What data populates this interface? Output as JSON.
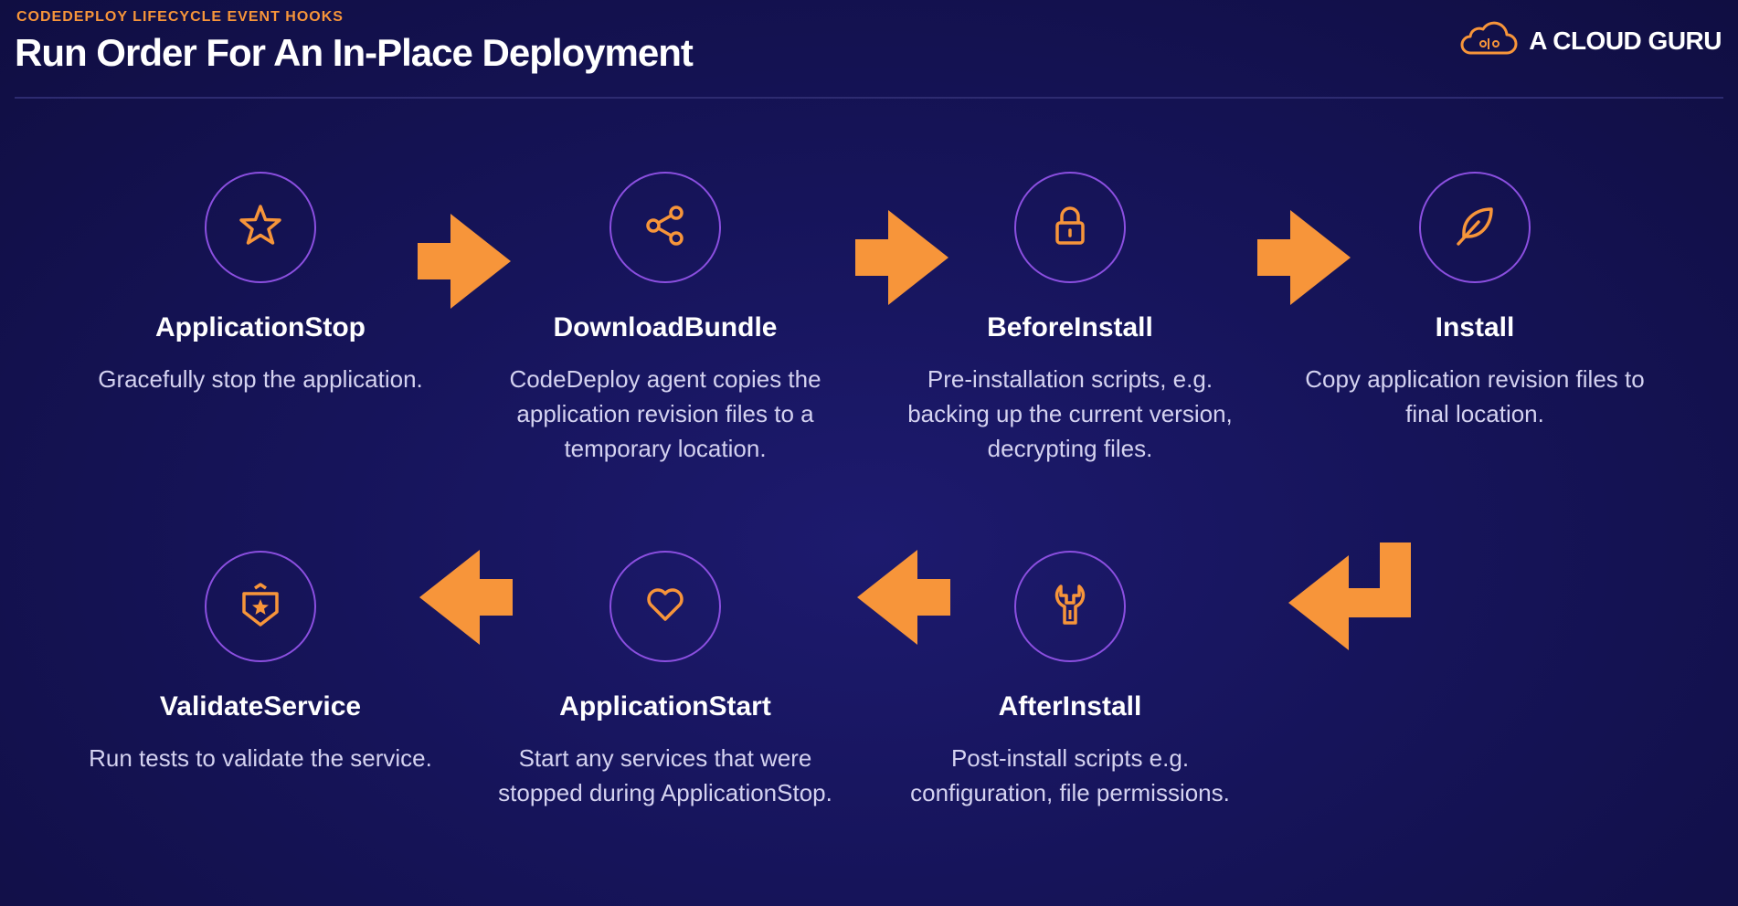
{
  "header": {
    "eyebrow": "CODEDEPLOY LIFECYCLE EVENT HOOKS",
    "title": "Run Order For An In-Place Deployment"
  },
  "brand": {
    "logo_icon": "cloud-logo-icon",
    "name": "A CLOUD GURU"
  },
  "colors": {
    "accent": "#f7953a",
    "circle_border": "#8b4fe0",
    "background": "#16145a",
    "text": "#ffffff",
    "muted_text": "#d4d2f0"
  },
  "steps": [
    {
      "icon": "star-icon",
      "name": "ApplicationStop",
      "description": "Gracefully stop the application."
    },
    {
      "icon": "share-icon",
      "name": "DownloadBundle",
      "description": "CodeDeploy agent copies the application revision files to a temporary location."
    },
    {
      "icon": "lock-icon",
      "name": "BeforeInstall",
      "description": "Pre-installation scripts, e.g. backing up the current version, decrypting files."
    },
    {
      "icon": "feather-icon",
      "name": "Install",
      "description": "Copy application revision files to final location."
    },
    {
      "icon": "wrench-icon",
      "name": "AfterInstall",
      "description": "Post-install scripts e.g. configuration, file permissions."
    },
    {
      "icon": "heart-icon",
      "name": "ApplicationStart",
      "description": "Start any services that were stopped during ApplicationStop."
    },
    {
      "icon": "badge-star-icon",
      "name": "ValidateService",
      "description": "Run tests to validate the service."
    }
  ]
}
